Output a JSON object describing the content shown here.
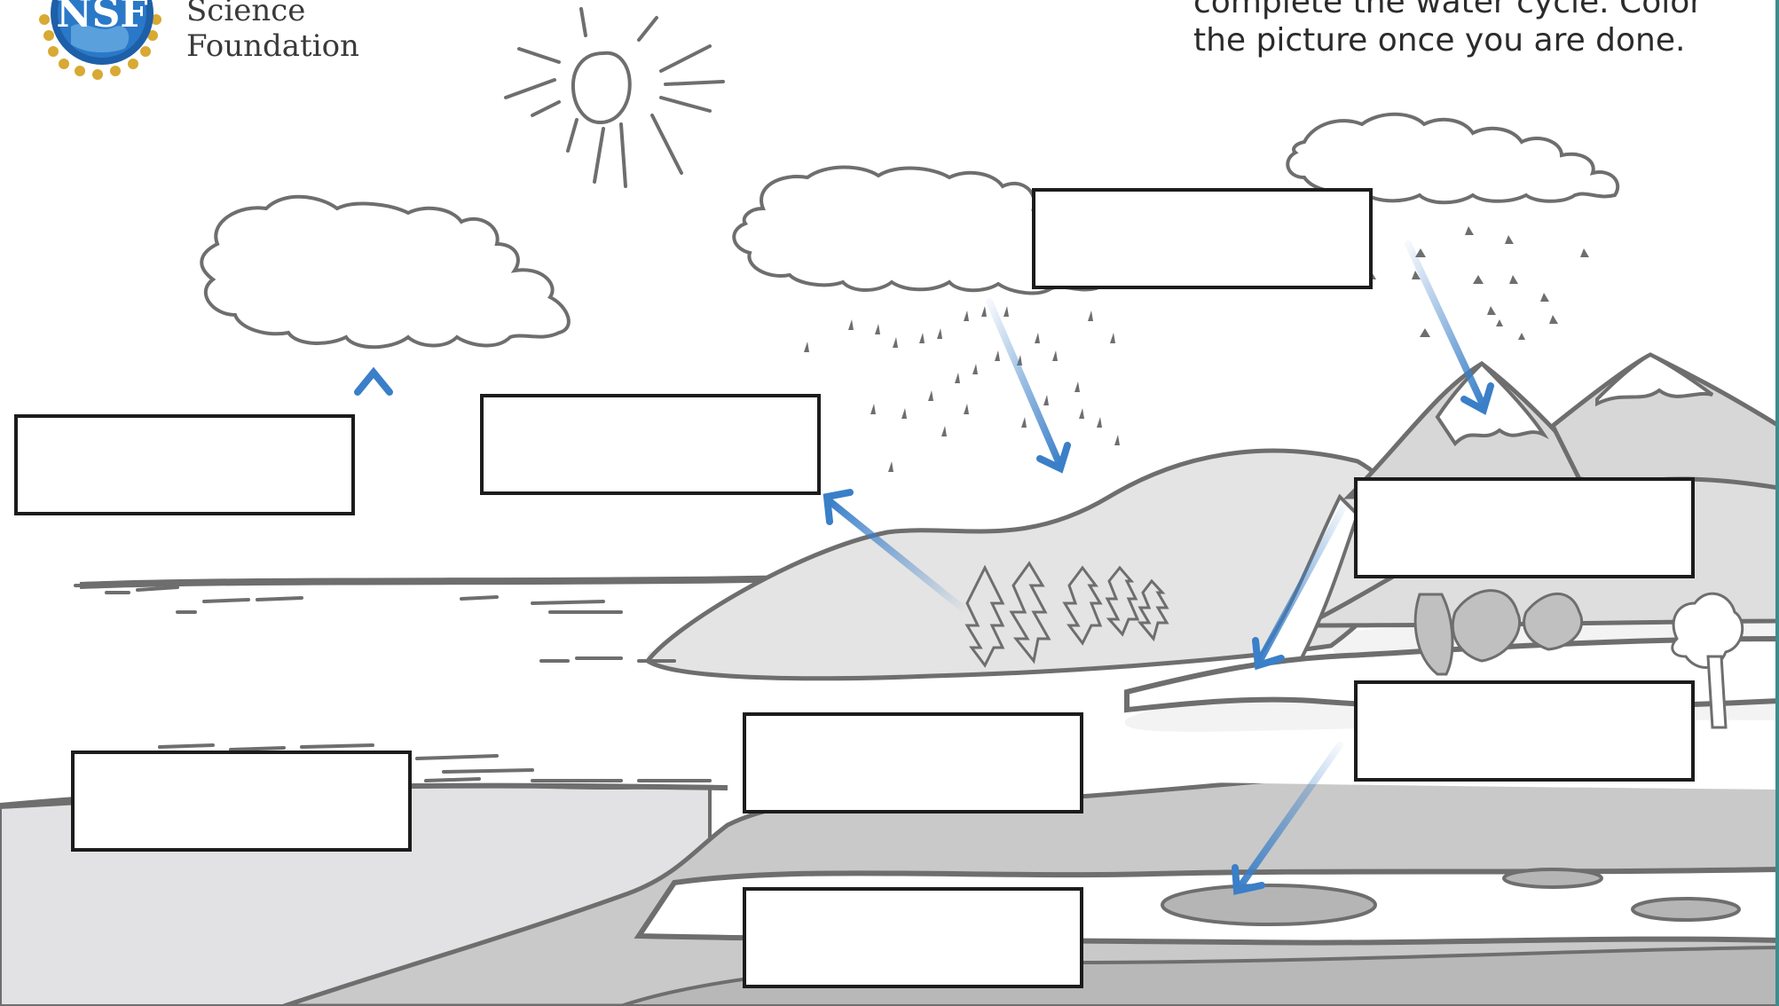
{
  "logo": {
    "emblem_text": "NSF",
    "line1": "Science",
    "line2": "Foundation",
    "icon": "nsf-globe-emblem"
  },
  "instructions": {
    "line1": "complete the water cycle. Color",
    "line2": "the picture once you are done."
  },
  "answer_boxes": [
    {
      "id": "box-upper-left",
      "value": ""
    },
    {
      "id": "box-upper-center-left",
      "value": ""
    },
    {
      "id": "box-top-center",
      "value": ""
    },
    {
      "id": "box-mid-right",
      "value": ""
    },
    {
      "id": "box-lower-right",
      "value": ""
    },
    {
      "id": "box-lower-left",
      "value": ""
    },
    {
      "id": "box-lower-center",
      "value": ""
    },
    {
      "id": "box-bottom-center",
      "value": ""
    }
  ],
  "colors": {
    "arrow_blue": "#3a7fc8",
    "outline": "#6e6e6e",
    "land_light": "#e4e4e4",
    "land_mid": "#c8c8c8",
    "land_dark": "#b0b0b0",
    "box_border": "#1c1c1c"
  }
}
